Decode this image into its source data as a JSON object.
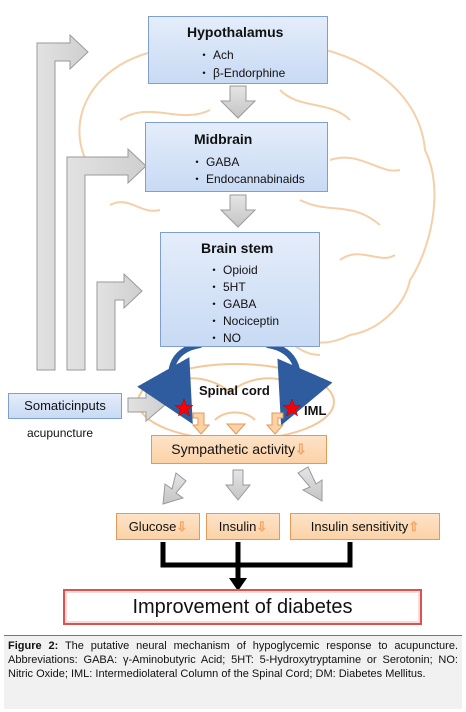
{
  "diagram": {
    "hypothalamus": {
      "title": "Hypothalamus",
      "items": [
        "Ach",
        "β-Endorphine"
      ]
    },
    "midbrain": {
      "title": "Midbrain",
      "items": [
        "GABA",
        "Endocannabinaids"
      ]
    },
    "brainstem": {
      "title": "Brain stem",
      "items": [
        "Opioid",
        "5HT",
        "GABA",
        "Nociceptin",
        "NO"
      ]
    },
    "somatic": {
      "label": "Somaticinputs",
      "sublabel": "acupuncture"
    },
    "spinal_cord": {
      "label": "Spinal cord",
      "iml": "IML"
    },
    "sympathetic": {
      "label": "Sympathetic activity",
      "arrow": "⇩"
    },
    "glucose": {
      "label": "Glucose",
      "arrow": "⇩"
    },
    "insulin": {
      "label": "Insulin",
      "arrow": "⇩"
    },
    "insulin_sensitivity": {
      "label": "Insulin sensitivity",
      "arrow": "⇧"
    },
    "result": "Improvement of diabetes"
  },
  "caption": {
    "label": "Figure 2:",
    "text": "The putative neural mechanism of hypoglycemic response to acupuncture. Abbreviations: GABA: γ-Aminobutyric Acid; 5HT: 5-Hydroxytryptamine or Serotonin; NO: Nitric Oxide; IML: Intermediolateral Column of the Spinal Cord; DM: Diabetes Mellitus."
  },
  "colors": {
    "box_blue": "#c8daf4",
    "box_orange": "#fbd2a6",
    "brain_outline": "#f3c79a",
    "curve_arrow": "#2e5c9e",
    "star": "#ff0000",
    "result_border": "#d9534f"
  }
}
